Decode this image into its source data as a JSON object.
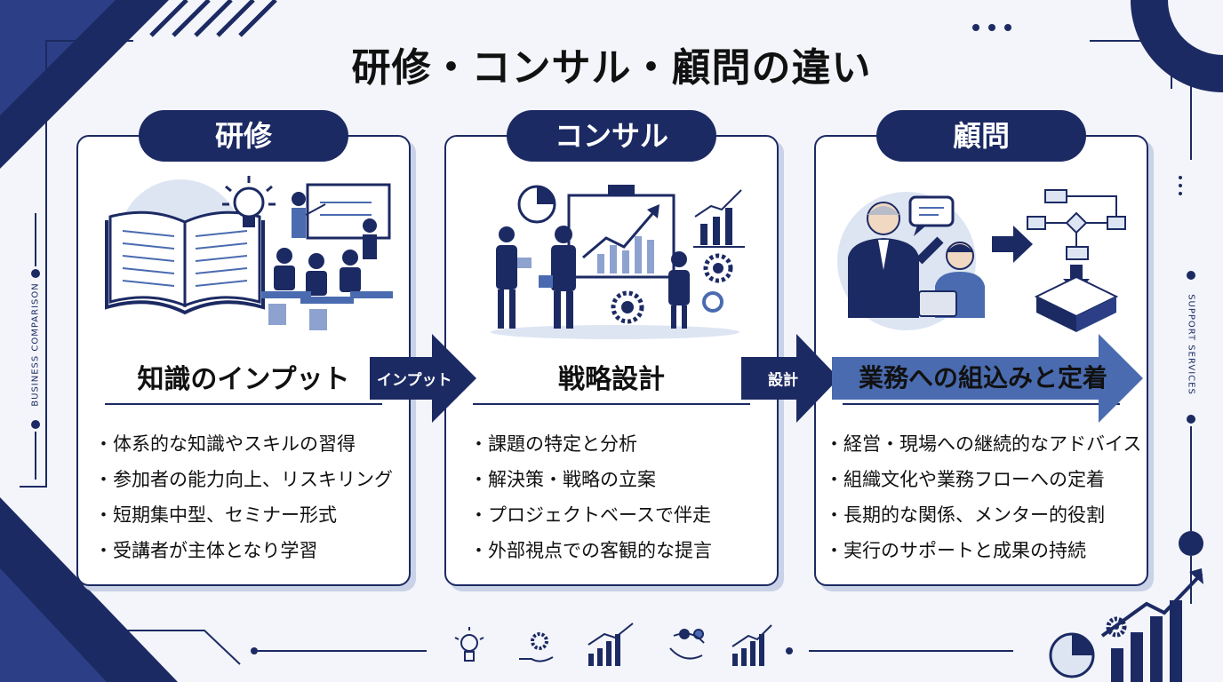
{
  "title": "研修・コンサル・顧問の違い",
  "side_left": "BUSINESS COMPARISON",
  "side_right": "SUPPORT SERVICES",
  "columns": [
    {
      "label": "研修",
      "subtitle": "知識のインプット",
      "items": [
        "体系的な知識やスキルの習得",
        "参加者の能力向上、リスキリング",
        "短期集中型、セミナー形式",
        "受講者が主体となり学習"
      ]
    },
    {
      "label": "コンサル",
      "subtitle": "戦略設計",
      "items": [
        "課題の特定と分析",
        "解決策・戦略の立案",
        "プロジェクトベースで伴走",
        "外部視点での客観的な提言"
      ]
    },
    {
      "label": "顧問",
      "subtitle": "業務への組込みと定着",
      "items": [
        "経営・現場への継続的なアドバイス",
        "組織文化や業務フローへの定着",
        "長期的な関係、メンター的役割",
        "実行のサポートと成果の持続"
      ]
    }
  ],
  "arrows": [
    "インプット",
    "設計"
  ],
  "icons": [
    "lightbulb-icon",
    "hand-gear-icon",
    "bar-chart-icon",
    "people-cycle-icon",
    "growth-chart-icon",
    "pie-chart-icon",
    "gear-icon"
  ],
  "colors": {
    "navy": "#1c2a63",
    "light_blue": "#dde5f3",
    "accent": "#4a6bb0"
  }
}
